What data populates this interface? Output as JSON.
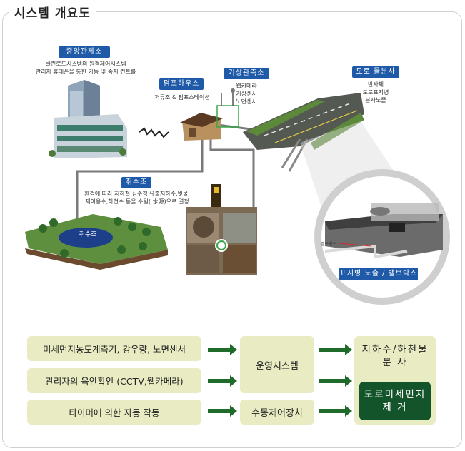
{
  "page": {
    "title": "시스템 개요도"
  },
  "diagram": {
    "central": {
      "label": "중앙관제소",
      "desc_line1": "클린로드시스템의 원격제어시스템",
      "desc_line2": "관리자 휴대폰을 통한 가동 및 중지 컨트롤"
    },
    "pump": {
      "label": "펌프하우스",
      "desc": "저류조 & 펌프스테이션"
    },
    "weather": {
      "label": "기상관측소",
      "desc_line1": "웹카메라",
      "desc_line2": "기상센서",
      "desc_line3": "노면센서"
    },
    "road": {
      "label": "도로 물분사",
      "desc_line1": "반사체",
      "desc_line2": "도로표지병",
      "desc_line3": "분사노즐"
    },
    "intake": {
      "label": "취수조",
      "desc_line1": "환경에 따라 지하철 집수정 유출지하수,빗물,",
      "desc_line2": "재이용수,하천수 등을 수원( 水源)으로 결정",
      "pond_label": "취수조"
    },
    "zoom": {
      "label": "표지병 노출 / 밸브박스",
      "valve_label": "밸브박스"
    }
  },
  "flow": {
    "inputs": [
      "미세먼지농도계측기, 강우량, 노면센서",
      "관리자의 육안확인 (CCTV,웹카메라)",
      "타이머에 의한 자동 작동"
    ],
    "operation": "운영시스템",
    "manual": "수동제어장치",
    "output_top": "지하수/하천물 분 사",
    "output_bottom_line1": "도로미세먼지",
    "output_bottom_line2": "제 거"
  },
  "colors": {
    "tag_blue": "#1f5aa8",
    "box_beige": "#e9ecc2",
    "arrow_green": "#1e6b2a",
    "result_green": "#13542a"
  }
}
